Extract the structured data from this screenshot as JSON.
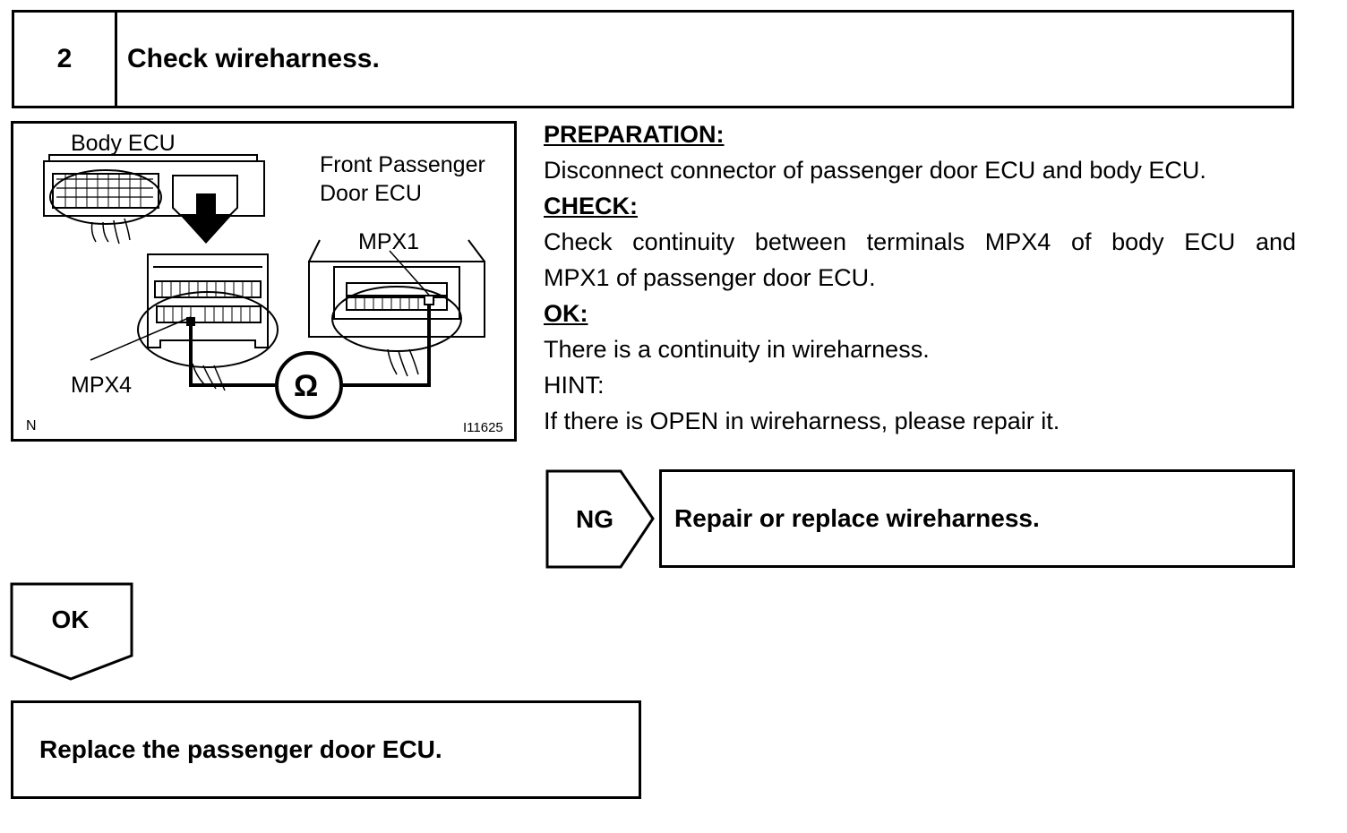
{
  "step": {
    "number": "2",
    "title": "Check wireharness."
  },
  "figure": {
    "label_body_ecu": "Body ECU",
    "label_front_passenger_line1": "Front Passenger",
    "label_front_passenger_line2": "Door ECU",
    "label_mpx1": "MPX1",
    "label_mpx4": "MPX4",
    "ohm_symbol": "Ω",
    "corner_code": "N",
    "figure_id": "I11625"
  },
  "procedure": {
    "preparation_heading": "PREPARATION:",
    "preparation_text": "Disconnect connector of passenger door ECU and body ECU.",
    "check_heading": "CHECK:",
    "check_text_line1": "Check continuity between terminals MPX4 of body ECU and",
    "check_text_line2": "MPX1 of passenger door ECU.",
    "ok_heading": "OK:",
    "ok_text": "There is a continuity in wireharness.",
    "hint_heading": "HINT:",
    "hint_text": "If there is OPEN in wireharness, please repair it."
  },
  "branches": {
    "ng_label": "NG",
    "ng_action": "Repair or replace wireharness.",
    "ok_label": "OK",
    "ok_action": "Replace the passenger door ECU."
  }
}
